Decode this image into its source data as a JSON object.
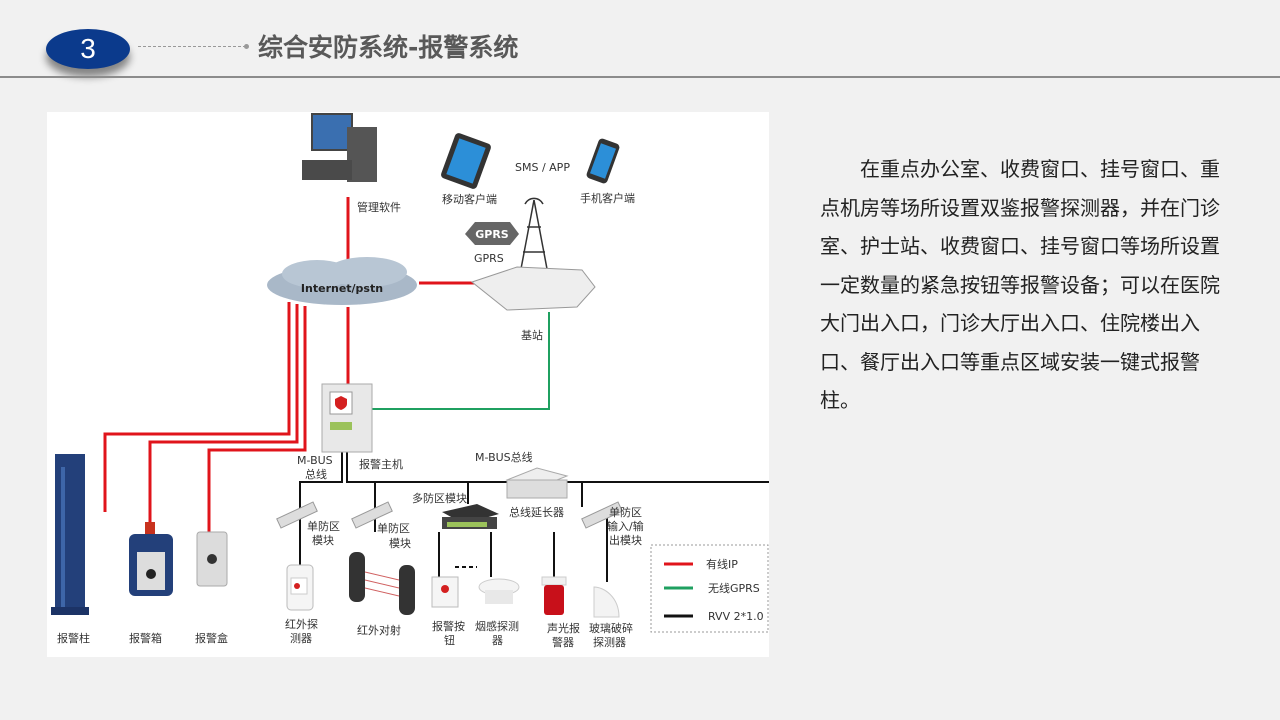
{
  "header": {
    "section_number": "3",
    "title": "综合安防系统-报警系统"
  },
  "diagram": {
    "nodes": {
      "management_software": "管理软件",
      "mobile_client": "移动客户端",
      "sms_app": "SMS / APP",
      "phone_client": "手机客户端",
      "gprs_badge": "GPRS",
      "gprs_label": "GPRS",
      "internet": "Internet/pstn",
      "base_station": "基站",
      "alarm_host": "报警主机",
      "mbus_left_1": "M-BUS",
      "mbus_left_2": "总线",
      "mbus_bus": "M-BUS总线",
      "single_zone_1a": "单防区",
      "single_zone_1b": "模块",
      "single_zone_2a": "单防区",
      "single_zone_2b": "模块",
      "multi_zone": "多防区模块",
      "bus_extender": "总线延长器",
      "io_module_a": "单防区",
      "io_module_b": "输入/输",
      "io_module_c": "出模块",
      "alarm_pillar": "报警柱",
      "alarm_box": "报警箱",
      "alarm_case": "报警盒",
      "ir_detector_a": "红外探",
      "ir_detector_b": "测器",
      "ir_beam": "红外对射",
      "alarm_button_a": "报警按",
      "alarm_button_b": "钮",
      "smoke_detector_a": "烟感探测",
      "smoke_detector_b": "器",
      "sound_light_a": "声光报",
      "sound_light_b": "警器",
      "glass_break_a": "玻璃破碎",
      "glass_break_b": "探测器"
    },
    "legend": [
      {
        "label": "有线IP",
        "color": "#e0141b"
      },
      {
        "label": "无线GPRS",
        "color": "#1fa060"
      },
      {
        "label": "RVV 2*1.0",
        "color": "#111111"
      }
    ]
  },
  "description": "在重点办公室、收费窗口、挂号窗口、重点机房等场所设置双鉴报警探测器，并在门诊室、护士站、收费窗口、挂号窗口等场所设置一定数量的紧急按钮等报警设备；可以在医院大门出入口，门诊大厅出入口、住院楼出入口、餐厅出入口等重点区域安装一键式报警柱。"
}
